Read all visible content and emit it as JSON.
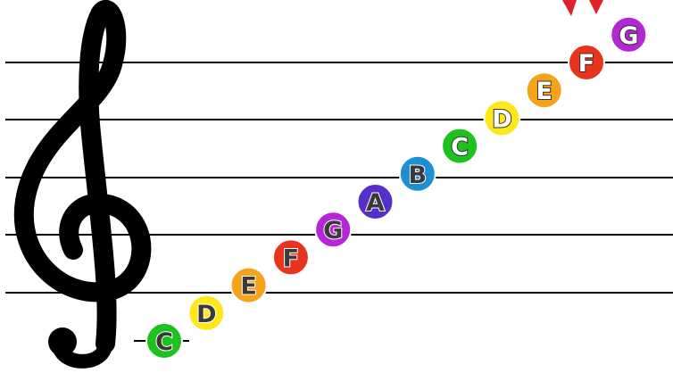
{
  "staff": {
    "line_count": 5,
    "line_color": "#000000"
  },
  "treble_clef": {
    "icon": "treble-clef-icon",
    "color": "#000000"
  },
  "corner_decoration": {
    "icon": "red-shape-fragment",
    "color": "#e0202a"
  },
  "notes": [
    {
      "letter": "C",
      "color": "#1ec21e",
      "text_color": "#3a3a3a",
      "ledger_line": true
    },
    {
      "letter": "D",
      "color": "#ffe81a",
      "text_color": "#3a3a3a"
    },
    {
      "letter": "E",
      "color": "#f5a31b",
      "text_color": "#3a3a3a"
    },
    {
      "letter": "F",
      "color": "#e8341c",
      "text_color": "#3a3a3a"
    },
    {
      "letter": "G",
      "color": "#b526d6",
      "text_color": "#3a3a3a"
    },
    {
      "letter": "A",
      "color": "#5530c8",
      "text_color": "#3a3a3a"
    },
    {
      "letter": "B",
      "color": "#1f8fd4",
      "text_color": "#3a3a3a"
    },
    {
      "letter": "C",
      "color": "#1ec21e",
      "text_color": "#ffffff"
    },
    {
      "letter": "D",
      "color": "#ffe81a",
      "text_color": "#ffffff"
    },
    {
      "letter": "E",
      "color": "#f5a31b",
      "text_color": "#ffffff"
    },
    {
      "letter": "F",
      "color": "#e8341c",
      "text_color": "#ffffff"
    },
    {
      "letter": "G",
      "color": "#b526d6",
      "text_color": "#ffffff"
    }
  ]
}
